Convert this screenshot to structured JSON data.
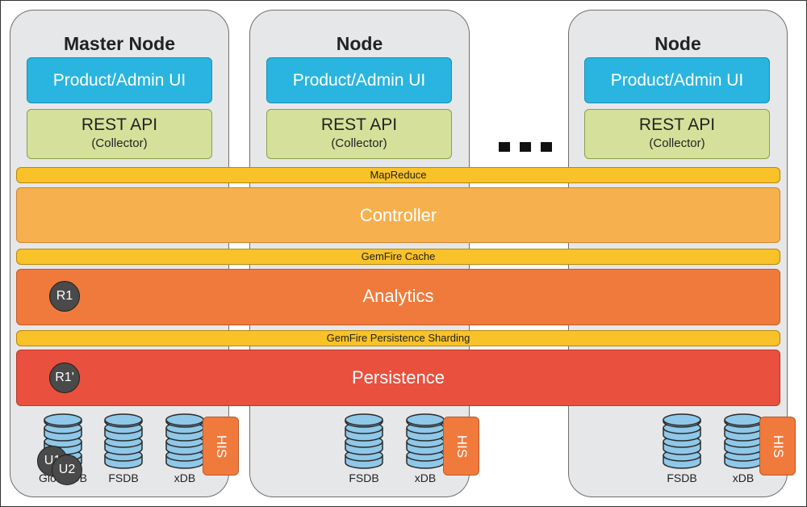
{
  "nodes": [
    {
      "title": "Master Node",
      "ui_label": "Product/Admin UI",
      "api_title": "REST API",
      "api_sub": "(Collector)",
      "databases": [
        "GlobalDB",
        "FSDB",
        "xDB"
      ],
      "his_label": "HIS"
    },
    {
      "title": "Node",
      "ui_label": "Product/Admin UI",
      "api_title": "REST API",
      "api_sub": "(Collector)",
      "databases": [
        "FSDB",
        "xDB"
      ],
      "his_label": "HIS"
    },
    {
      "title": "Node",
      "ui_label": "Product/Admin UI",
      "api_title": "REST API",
      "api_sub": "(Collector)",
      "databases": [
        "FSDB",
        "xDB"
      ],
      "his_label": "HIS"
    }
  ],
  "layers": {
    "mapreduce": "MapReduce",
    "controller": "Controller",
    "gemfire_cache": "GemFire Cache",
    "analytics": "Analytics",
    "gemfire_sharding": "GemFire Persistence Sharding",
    "persistence": "Persistence"
  },
  "badges": {
    "r1": "R1",
    "r1_prime": "R1'",
    "u1": "U1",
    "u2": "U2"
  },
  "colors": {
    "ui_blue": "#29b5e0",
    "api_green": "#d5e19a",
    "band_yellow": "#f8c228",
    "controller_orange": "#f6b04d",
    "analytics_orange": "#f07a3c",
    "persistence_red": "#e9503d",
    "db_blue": "#8fc8e8"
  },
  "icons": {
    "database": "database-icon",
    "ellipsis": "ellipsis-icon"
  }
}
